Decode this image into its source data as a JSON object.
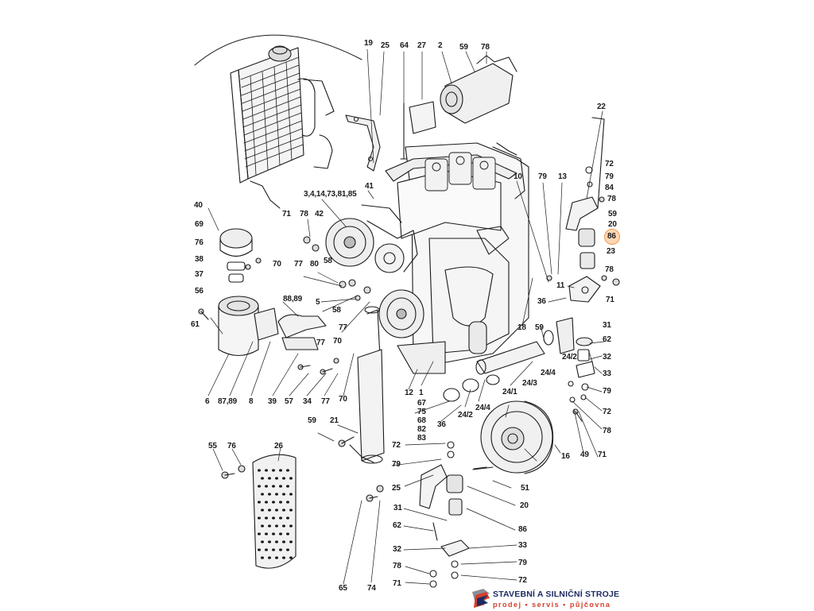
{
  "diagram": {
    "callouts": [
      {
        "id": "19",
        "text": "19"
      },
      {
        "id": "25a",
        "text": "25"
      },
      {
        "id": "64",
        "text": "64"
      },
      {
        "id": "27",
        "text": "27"
      },
      {
        "id": "2",
        "text": "2"
      },
      {
        "id": "59a",
        "text": "59"
      },
      {
        "id": "78a",
        "text": "78"
      },
      {
        "id": "22",
        "text": "22"
      },
      {
        "id": "72a",
        "text": "72"
      },
      {
        "id": "79a",
        "text": "79"
      },
      {
        "id": "84",
        "text": "84"
      },
      {
        "id": "78b",
        "text": "78"
      },
      {
        "id": "59b",
        "text": "59"
      },
      {
        "id": "20a",
        "text": "20"
      },
      {
        "id": "86a",
        "text": "86"
      },
      {
        "id": "23",
        "text": "23"
      },
      {
        "id": "10",
        "text": "10"
      },
      {
        "id": "79b",
        "text": "79"
      },
      {
        "id": "13",
        "text": "13"
      },
      {
        "id": "41",
        "text": "41"
      },
      {
        "id": "3s",
        "text": "3,4,14,73,81,85"
      },
      {
        "id": "40",
        "text": "40"
      },
      {
        "id": "71a",
        "text": "71"
      },
      {
        "id": "78c",
        "text": "78"
      },
      {
        "id": "42",
        "text": "42"
      },
      {
        "id": "69",
        "text": "69"
      },
      {
        "id": "76a",
        "text": "76"
      },
      {
        "id": "38",
        "text": "38"
      },
      {
        "id": "37",
        "text": "37"
      },
      {
        "id": "56",
        "text": "56"
      },
      {
        "id": "70a",
        "text": "70"
      },
      {
        "id": "77a",
        "text": "77"
      },
      {
        "id": "80",
        "text": "80"
      },
      {
        "id": "58a",
        "text": "58"
      },
      {
        "id": "11",
        "text": "11"
      },
      {
        "id": "78d",
        "text": "78"
      },
      {
        "id": "71b",
        "text": "71"
      },
      {
        "id": "36a",
        "text": "36"
      },
      {
        "id": "88",
        "text": "88,89"
      },
      {
        "id": "5",
        "text": "5"
      },
      {
        "id": "58b",
        "text": "58"
      },
      {
        "id": "61",
        "text": "61"
      },
      {
        "id": "77b",
        "text": "77"
      },
      {
        "id": "18",
        "text": "18"
      },
      {
        "id": "59c",
        "text": "59"
      },
      {
        "id": "31a",
        "text": "31"
      },
      {
        "id": "62a",
        "text": "62"
      },
      {
        "id": "32a",
        "text": "32"
      },
      {
        "id": "33a",
        "text": "33"
      },
      {
        "id": "77c",
        "text": "77"
      },
      {
        "id": "70b",
        "text": "70"
      },
      {
        "id": "24_4a",
        "text": "24/4"
      },
      {
        "id": "24_2a",
        "text": "24/2"
      },
      {
        "id": "24_3",
        "text": "24/3"
      },
      {
        "id": "79c",
        "text": "79"
      },
      {
        "id": "72b",
        "text": "72"
      },
      {
        "id": "24_1",
        "text": "24/1"
      },
      {
        "id": "6",
        "text": "6"
      },
      {
        "id": "87",
        "text": "87,89"
      },
      {
        "id": "8",
        "text": "8"
      },
      {
        "id": "39",
        "text": "39"
      },
      {
        "id": "57",
        "text": "57"
      },
      {
        "id": "34",
        "text": "34"
      },
      {
        "id": "77d",
        "text": "77"
      },
      {
        "id": "70c",
        "text": "70"
      },
      {
        "id": "12",
        "text": "12"
      },
      {
        "id": "1",
        "text": "1"
      },
      {
        "id": "67",
        "text": "67"
      },
      {
        "id": "75",
        "text": "75"
      },
      {
        "id": "68",
        "text": "68"
      },
      {
        "id": "82",
        "text": "82"
      },
      {
        "id": "83",
        "text": "83"
      },
      {
        "id": "36b",
        "text": "36"
      },
      {
        "id": "24_2b",
        "text": "24/2"
      },
      {
        "id": "24_4b",
        "text": "24/4"
      },
      {
        "id": "78e",
        "text": "78"
      },
      {
        "id": "49",
        "text": "49"
      },
      {
        "id": "71c",
        "text": "71"
      },
      {
        "id": "16",
        "text": "16"
      },
      {
        "id": "59d",
        "text": "59"
      },
      {
        "id": "21",
        "text": "21"
      },
      {
        "id": "72c",
        "text": "72"
      },
      {
        "id": "79d",
        "text": "79"
      },
      {
        "id": "25b",
        "text": "25"
      },
      {
        "id": "51",
        "text": "51"
      },
      {
        "id": "55",
        "text": "55"
      },
      {
        "id": "76b",
        "text": "76"
      },
      {
        "id": "26",
        "text": "26"
      },
      {
        "id": "20b",
        "text": "20"
      },
      {
        "id": "31b",
        "text": "31"
      },
      {
        "id": "86b",
        "text": "86"
      },
      {
        "id": "62b",
        "text": "62"
      },
      {
        "id": "33b",
        "text": "33"
      },
      {
        "id": "32b",
        "text": "32"
      },
      {
        "id": "79e",
        "text": "79"
      },
      {
        "id": "78f",
        "text": "78"
      },
      {
        "id": "72d",
        "text": "72"
      },
      {
        "id": "71d",
        "text": "71"
      },
      {
        "id": "65",
        "text": "65"
      },
      {
        "id": "74",
        "text": "74"
      }
    ],
    "highlighted_callout": "86"
  },
  "logo": {
    "title": "STAVEBNÍ A SILNIČNÍ STROJE",
    "subtitle": "prodej • servis • půjčovna",
    "mark_icon": "company-logo-mark",
    "colors": {
      "navy": "#1d2b63",
      "red": "#d5402b",
      "grey": "#8b8f99"
    }
  },
  "highlight_color": "#f39a4b"
}
